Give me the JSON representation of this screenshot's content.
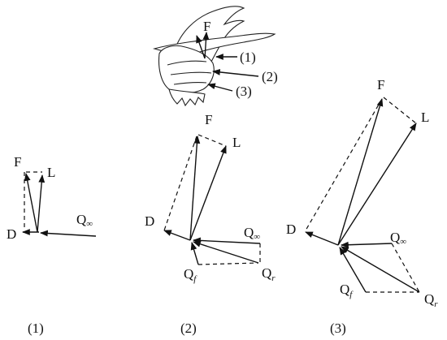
{
  "bird_callouts": {
    "force": "F",
    "section_1": "(1)",
    "section_2": "(2)",
    "section_3": "(3)"
  },
  "panels": [
    {
      "caption": "(1)",
      "vectors": {
        "force": "F",
        "lift": "L",
        "drag": "D",
        "freestream": "Q",
        "freestream_sub": "∞"
      }
    },
    {
      "caption": "(2)",
      "vectors": {
        "force": "F",
        "lift": "L",
        "drag": "D",
        "freestream": "Q",
        "freestream_sub": "∞",
        "flapping": "Q",
        "flapping_sub": "f",
        "relative": "Q",
        "relative_sub": "r"
      }
    },
    {
      "caption": "(3)",
      "vectors": {
        "force": "F",
        "lift": "L",
        "drag": "D",
        "freestream": "Q",
        "freestream_sub": "∞",
        "flapping": "Q",
        "flapping_sub": "f",
        "relative": "Q",
        "relative_sub": "r"
      }
    }
  ]
}
